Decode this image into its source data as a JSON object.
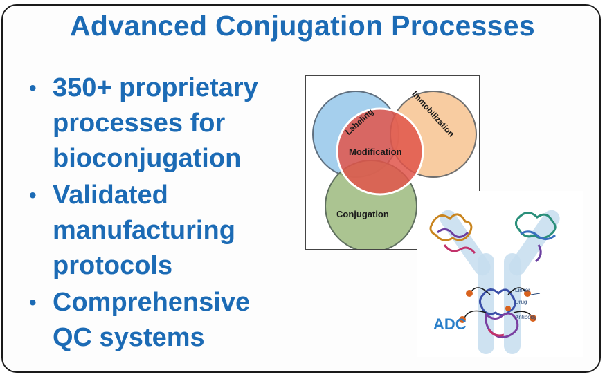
{
  "title": "Advanced Conjugation Processes",
  "bullets": [
    "350+ proprietary processes for bioconjugation",
    "Validated manufacturing protocols",
    "Comprehensive QC systems"
  ],
  "venn": {
    "labeling": "Labeling",
    "immobilization": "Immobilization",
    "modification": "Modification",
    "conjugation": "Conjugation"
  },
  "adc": {
    "title": "ADC",
    "linker": "Linker",
    "drug": "Drug",
    "antibody": "Antibody"
  },
  "colors": {
    "accent": "#1c6bb5",
    "labeling": "#8ec3e8",
    "immobilization": "#f6bf8a",
    "modification": "#e0554a",
    "conjugation": "#9cba7e"
  }
}
